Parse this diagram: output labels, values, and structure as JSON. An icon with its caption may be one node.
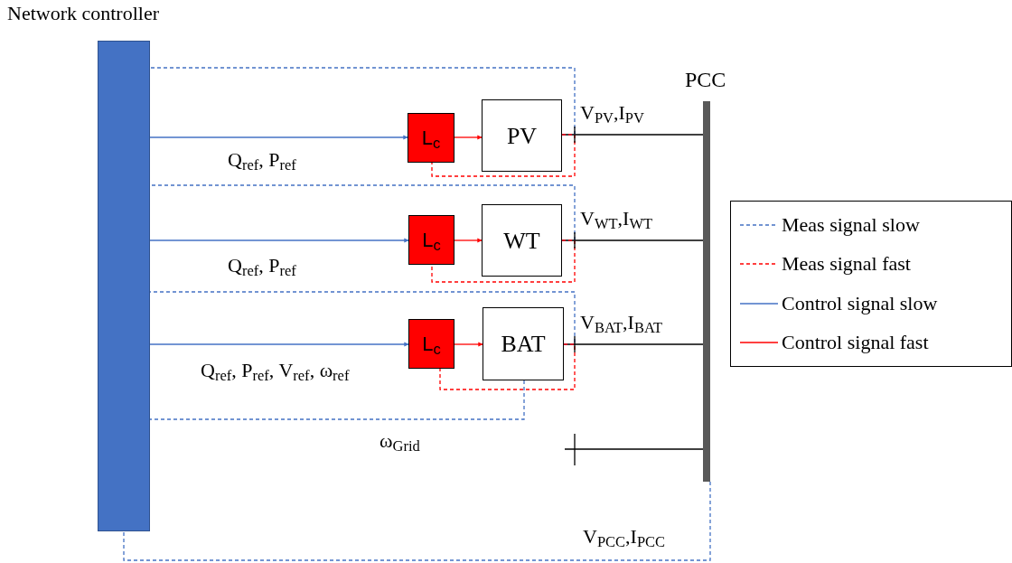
{
  "diagram": {
    "nodes": [
      {
        "text": [
          "Network controller"
        ]
      },
      {
        "text": [
          "L$_{c}$"
        ]
      },
      {
        "text": [
          "PV"
        ]
      },
      {
        "text": [
          "L$_{c}$"
        ]
      },
      {
        "text": [
          "WT"
        ]
      },
      {
        "text": [
          "L$_{c}$"
        ]
      },
      {
        "text": [
          "BAT"
        ]
      },
      {
        "text": [
          "PCC"
        ]
      }
    ],
    "edges": [
      {
        "from": 0,
        "to": 1,
        "arrow": "to",
        "label": "Q$_{ref}$, P$_{ref}$",
        "color": "#4472c4"
      },
      {
        "from": 1,
        "to": 2,
        "arrow": "to",
        "color": "#ff0000"
      },
      {
        "from": 2,
        "to": 7,
        "arrow": "none",
        "label": "V$_{PV}$,I$_{PV}$",
        "color": "#000000"
      },
      {
        "from": 2,
        "to": 0,
        "arrow": "none",
        "style": "dashed",
        "color": "#4472c4"
      },
      {
        "from": 2,
        "to": 1,
        "arrow": "none",
        "style": "dashed",
        "color": "#ff0000"
      },
      {
        "from": 0,
        "to": 3,
        "arrow": "to",
        "label": "Q$_{ref}$, P$_{ref}$",
        "color": "#4472c4"
      },
      {
        "from": 3,
        "to": 4,
        "arrow": "to",
        "color": "#ff0000"
      },
      {
        "from": 4,
        "to": 7,
        "arrow": "none",
        "label": "V$_{WT}$,I$_{WT}$",
        "color": "#000000"
      },
      {
        "from": 4,
        "to": 0,
        "arrow": "none",
        "style": "dashed",
        "color": "#4472c4"
      },
      {
        "from": 4,
        "to": 3,
        "arrow": "none",
        "style": "dashed",
        "color": "#ff0000"
      },
      {
        "from": 0,
        "to": 5,
        "arrow": "to",
        "label": "Q$_{ref}$, P$_{ref}$, V$_{ref}$, ω$_{ref}$",
        "color": "#4472c4"
      },
      {
        "from": 5,
        "to": 6,
        "arrow": "to",
        "color": "#ff0000"
      },
      {
        "from": 6,
        "to": 7,
        "arrow": "none",
        "label": "V$_{BAT}$,I$_{BAT}$",
        "color": "#000000"
      },
      {
        "from": 6,
        "to": 0,
        "arrow": "none",
        "style": "dashed",
        "color": "#4472c4"
      },
      {
        "from": 6,
        "to": 5,
        "arrow": "none",
        "style": "dashed",
        "color": "#ff0000"
      },
      {
        "from": 6,
        "to": 0,
        "arrow": "none",
        "style": "dashed",
        "label": "ω$_{Grid}$",
        "color": "#4472c4"
      },
      {
        "from": null,
        "to": 7,
        "arrow": "none",
        "color": "#000000"
      },
      {
        "from": 7,
        "to": 0,
        "arrow": "none",
        "style": "dashed",
        "label": "V$_{PCC}$,I$_{PCC}$",
        "color": "#4472c4"
      }
    ],
    "legend": [
      {
        "text": "Meas signal slow"
      },
      {
        "text": "Meas signal fast"
      },
      {
        "text": "Control signal slow"
      },
      {
        "text": "Control signal fast"
      }
    ]
  }
}
